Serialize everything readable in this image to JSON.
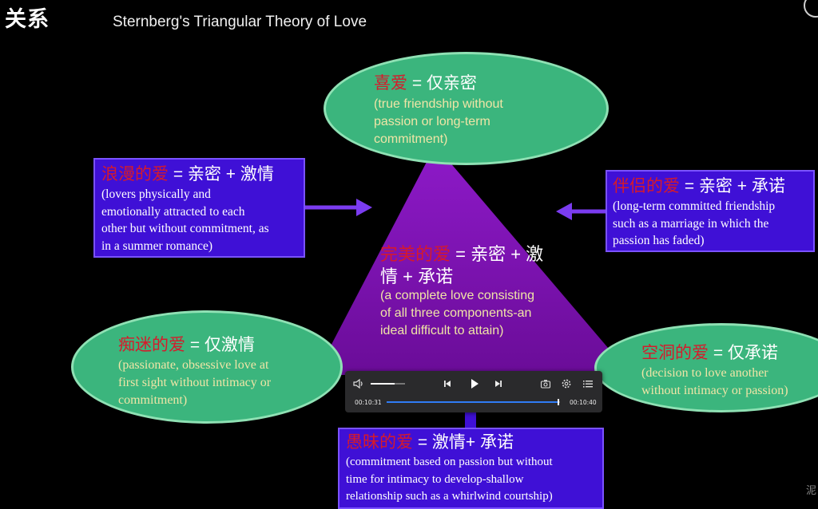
{
  "header": {
    "corner_title": "关系",
    "slide_title": "Sternberg's Triangular Theory of Love"
  },
  "top": {
    "term": "喜爱",
    "formula": " = 仅亲密",
    "desc": [
      "(true friendship without",
      "passion or long-term",
      "commitment)"
    ]
  },
  "left": {
    "term": "浪漫的爱",
    "formula": " = 亲密 + 激情",
    "desc": [
      "(lovers physically and",
      "emotionally attracted to each",
      "other but without commitment, as",
      "in a summer romance)"
    ]
  },
  "right": {
    "term": "伴侣的爱",
    "formula": " = 亲密 + 承诺",
    "desc": [
      "(long-term committed friendship",
      "such as a marriage in which the",
      "passion has faded)"
    ]
  },
  "center": {
    "term": "完美的爱",
    "formula_1": " = 亲密 + 激",
    "formula_2": "情 + 承诺",
    "desc": [
      "(a complete love consisting",
      "of all three components-an",
      "ideal difficult to attain)"
    ]
  },
  "bottom_left": {
    "term": "痴迷的爱",
    "formula": " = 仅激情",
    "desc": [
      "(passionate, obsessive love at",
      "first sight without intimacy or",
      "commitment)"
    ]
  },
  "bottom_right": {
    "term": "空洞的爱",
    "formula": " = 仅承诺",
    "desc": [
      "(decision to love another",
      "without intimacy or passion)"
    ]
  },
  "bottom": {
    "term": "愚昧的爱",
    "formula": " = 激情+ 承诺",
    "desc": [
      "(commitment based on passion but without",
      "time for intimacy to develop-shallow",
      "relationship such as a whirlwind courtship)"
    ]
  },
  "player": {
    "current_time": "00:10:31",
    "total_time": "00:10:40",
    "progress": 0.984,
    "volume": 0.7
  },
  "watermark": "泥",
  "colors": {
    "background": "#000000",
    "oval_fill": "#3bb57d",
    "box_fill": "#3f10d6",
    "triangle_fill": "#7a0fa8",
    "term_red": "#d61a2b",
    "oval_desc": "#f0e5a6",
    "player_bg": "#2a2a2c"
  }
}
